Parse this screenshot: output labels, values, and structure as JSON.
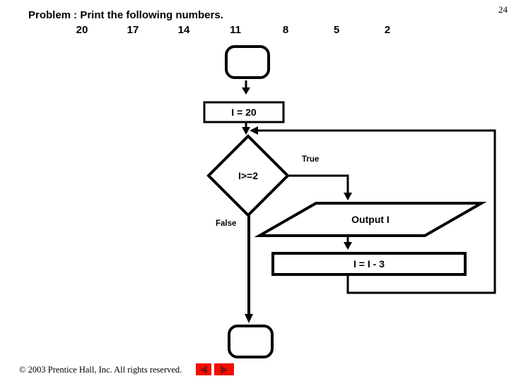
{
  "slide": {
    "number": "24",
    "title": "Problem : Print the following numbers.",
    "numbers": [
      "20",
      "17",
      "14",
      "11",
      "8",
      "5",
      "2"
    ],
    "copyright": "© 2003 Prentice Hall, Inc.  All rights reserved."
  },
  "flowchart": {
    "init": "I = 20",
    "condition": "I>=2",
    "true_label": "True",
    "false_label": "False",
    "output": "Output I",
    "update": "I = I - 3",
    "start_terminal_text": "",
    "end_terminal_text": ""
  },
  "nav": {
    "back_icon": "left-triangle",
    "forward_icon": "right-triangle"
  },
  "colors": {
    "background": "#ffffff",
    "line": "#000000",
    "nav_button_bg": "#f20d00",
    "nav_arrow": "#8c1111"
  }
}
